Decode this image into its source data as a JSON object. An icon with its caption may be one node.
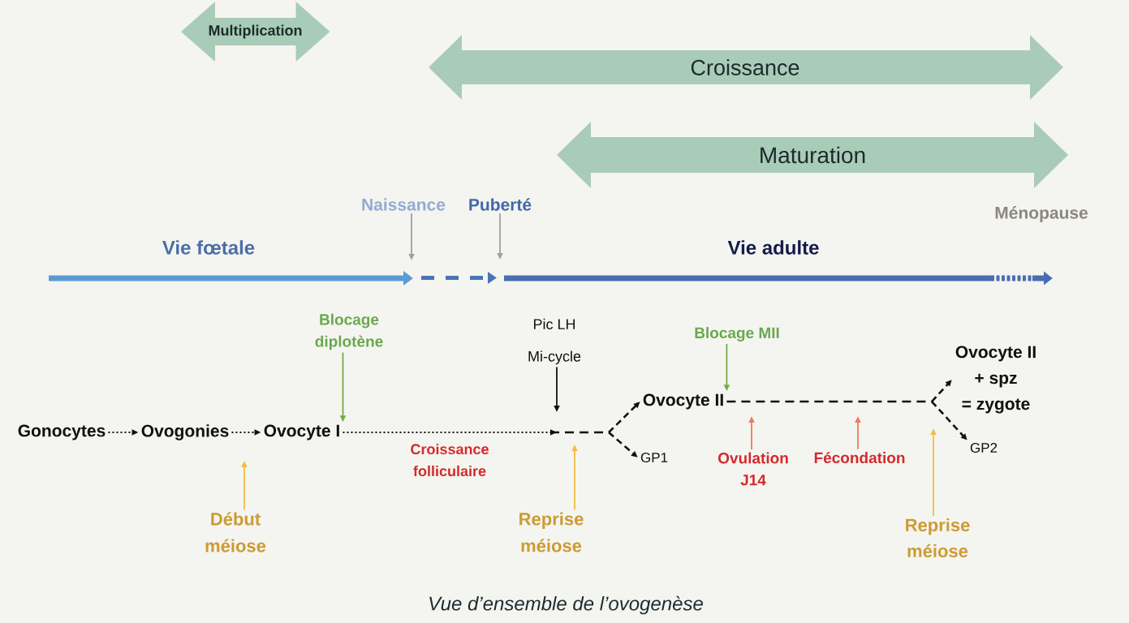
{
  "diagram": {
    "caption": "Vue d’ensemble de l’ovogenèse",
    "nodes": [
      {
        "text": [
          "Multiplication"
        ]
      },
      {
        "text": [
          "Croissance"
        ]
      },
      {
        "text": [
          "Maturation"
        ]
      },
      {
        "text": [
          "Naissance"
        ]
      },
      {
        "text": [
          "Puberté"
        ]
      },
      {
        "text": [
          "Blocage diplotène"
        ]
      },
      {
        "text": [
          "Pic LH",
          "Mi-cycle"
        ]
      },
      {
        "text": [
          "Blocage MII"
        ]
      },
      {
        "text": [
          "Ovocyte II + spz = zygote"
        ]
      },
      {
        "text": [
          "Ovocyte II"
        ]
      },
      {
        "text": [
          "Gonocytes"
        ]
      },
      {
        "text": [
          "Ovogonies"
        ]
      },
      {
        "text": [
          "Ovocyte I"
        ]
      },
      {
        "text": [
          "GP1"
        ]
      },
      {
        "text": [
          "Ovulation J14"
        ]
      },
      {
        "text": [
          "Fécondation"
        ]
      },
      {
        "text": [
          "GP2"
        ]
      },
      {
        "text": [
          "Début méiose"
        ]
      },
      {
        "text": [
          "Reprise méiose"
        ]
      },
      {
        "text": [
          "Reprise méiose"
        ]
      }
    ],
    "edges": [
      {
        "from": 10,
        "to": 11,
        "arrow": "to",
        "style": "dashed"
      },
      {
        "from": 11,
        "to": 12,
        "arrow": "to",
        "style": "dashed"
      },
      {
        "from": 12,
        "to": 9,
        "arrow": "to",
        "style": "dashed"
      },
      {
        "from": 12,
        "to": 13,
        "arrow": "to",
        "style": "dashed"
      },
      {
        "from": 9,
        "to": 8,
        "arrow": "to",
        "style": "dashed"
      },
      {
        "from": 9,
        "to": 16,
        "arrow": "to",
        "style": "dashed"
      },
      {
        "from": 3,
        "to": null,
        "arrow": "to",
        "color": "#a0a0a0"
      },
      {
        "from": 4,
        "to": null,
        "arrow": "to",
        "color": "#a0a0a0"
      },
      {
        "from": 5,
        "to": 12,
        "arrow": "to",
        "color": "#70ad47"
      },
      {
        "from": 6,
        "to": null,
        "arrow": "to"
      },
      {
        "from": 7,
        "to": 9,
        "arrow": "to",
        "color": "#70ad47"
      },
      {
        "from": 17,
        "to": null,
        "arrow": "to",
        "color": "#f2bb45"
      },
      {
        "from": 18,
        "to": null,
        "arrow": "to",
        "color": "#f2bb45"
      },
      {
        "from": 14,
        "to": null,
        "arrow": "to",
        "color": "#ef7b5b"
      },
      {
        "from": 15,
        "to": null,
        "arrow": "to",
        "color": "#ef7b5b"
      },
      {
        "from": 19,
        "to": null,
        "arrow": "to",
        "color": "#f2bb45"
      }
    ],
    "labels": [
      "Ménopause",
      "Vie fœtale",
      "Vie adulte",
      "Croissance folliculaire"
    ]
  }
}
